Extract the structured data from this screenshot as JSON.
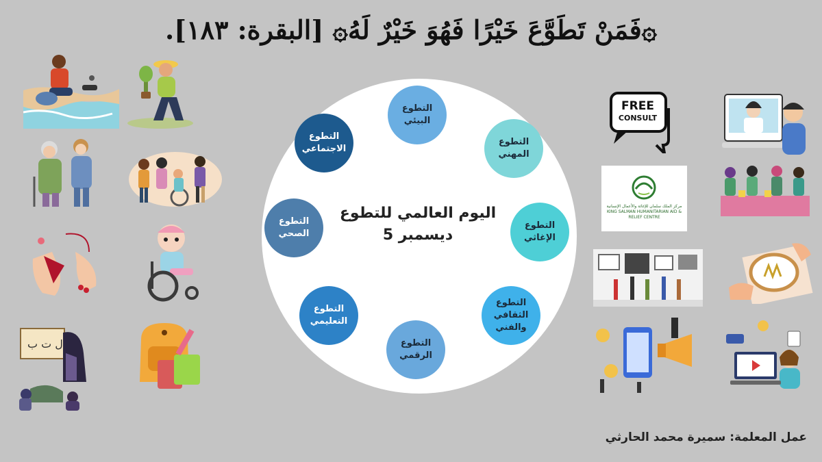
{
  "verse": "۞فَمَنْ تَطَوَّعَ خَيْرًا فَهُوَ خَيْرٌ لَهُ۞ [البقرة: ١٨٣].",
  "center": {
    "line1": "اليوم العالمي للتطوع",
    "line2": "ديسمبر 5"
  },
  "nodes": [
    {
      "label": "التطوع\nالبيئي",
      "color": "#6aaee2",
      "text_color": "#1b2b3a"
    },
    {
      "label": "التطوع\nالمهني",
      "color": "#7fd6d9",
      "text_color": "#1b2b3a"
    },
    {
      "label": "التطوع\nالإغاثي",
      "color": "#4ecfd6",
      "text_color": "#1b2b3a"
    },
    {
      "label": "التطوع\nالثقافي\nوالفني",
      "color": "#3fb1ea",
      "text_color": "#1b2b3a"
    },
    {
      "label": "التطوع\nالرقمي",
      "color": "#69a8dc",
      "text_color": "#1b2b3a"
    },
    {
      "label": "التطوع\nالتعليمي",
      "color": "#2d82c7",
      "text_color": "#ffffff"
    },
    {
      "label": "التطوع\nالصحي",
      "color": "#4e7eab",
      "text_color": "#ffffff"
    },
    {
      "label": "التطوع\nالاجتماعي",
      "color": "#1d5a8e",
      "text_color": "#ffffff"
    }
  ],
  "badge": {
    "line1": "FREE",
    "line2": "CONSULT"
  },
  "logo_text": "مركز الملك سلمان للإغاثة والأعمال الإنسانية KING SALMAN HUMANITARIAN AID & RELIEF CENTRE",
  "credit": "عمل المعلمة: سميرة محمد الحارثي",
  "illustrations": [
    "beach-cleanup-illustration",
    "tree-planting-illustration",
    "elderly-care-illustration",
    "inclusive-group-illustration",
    "blood-donation-illustration",
    "wheelchair-child-illustration",
    "teaching-illustration",
    "school-bag-illustration",
    "online-doctor-illustration",
    "food-distribution-illustration",
    "museum-visitors-illustration",
    "embroidery-illustration",
    "digital-marketing-illustration",
    "e-learning-illustration"
  ]
}
